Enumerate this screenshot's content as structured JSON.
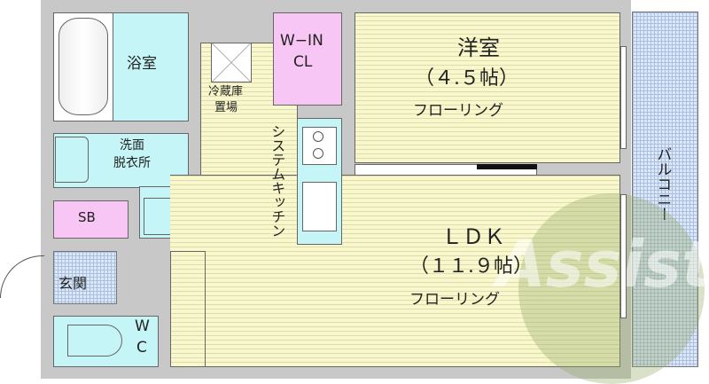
{
  "rooms": {
    "bathroom": "浴室",
    "washroom_line1": "洗面",
    "washroom_line2": "脱衣所",
    "shoe_box": "SB",
    "entrance": "玄関",
    "toilet_line1": "W",
    "toilet_line2": "C",
    "fridge_line1": "冷蔵庫",
    "fridge_line2": "置場",
    "kitchen": "システムキッチン",
    "closet_line1": "W−IN",
    "closet_line2": "CL",
    "western_name": "洋室",
    "western_size": "（４.５帖）",
    "western_floor": "フローリング",
    "ldk_name": "ＬＤＫ",
    "ldk_size": "（１１.９帖）",
    "ldk_floor": "フローリング",
    "balcony": "バルコニー"
  },
  "watermark": "Assist",
  "colors": {
    "wet": "#c6f5f7",
    "storage": "#f7c6f5",
    "floor": "#f8f8cc",
    "balcony": "#dce8f8",
    "wall": "#c8c8c8"
  }
}
